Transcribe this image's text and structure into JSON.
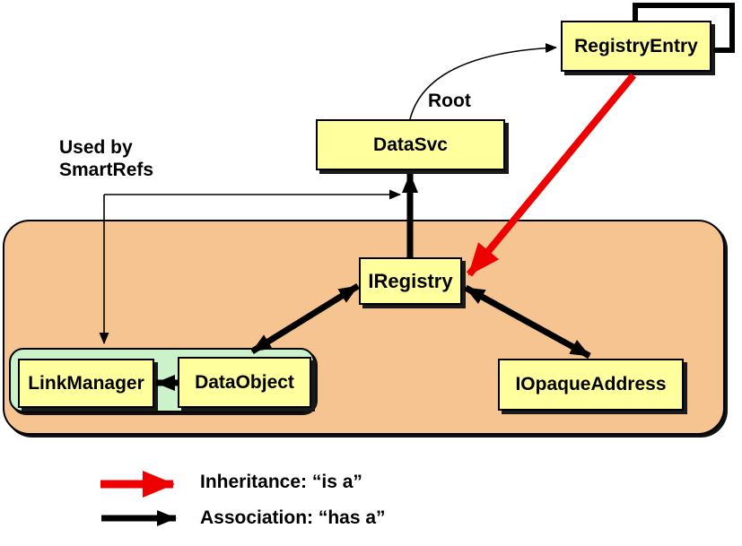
{
  "diagram": {
    "nodes": {
      "registry_entry": {
        "label": "RegistryEntry"
      },
      "data_svc": {
        "label": "DataSvc"
      },
      "iregistry": {
        "label": "IRegistry"
      },
      "link_manager": {
        "label": "LinkManager"
      },
      "data_object": {
        "label": "DataObject"
      },
      "iopaque_address": {
        "label": "IOpaqueAddress"
      }
    },
    "note": {
      "line1": "Used by",
      "line2": "SmartRefs"
    },
    "root_label": "Root",
    "legend": {
      "inheritance_label": "Inheritance: “is a”",
      "association_label": "Association: “has a”"
    },
    "edges": [
      {
        "from": "RegistryEntry",
        "to": "RegistryEntry",
        "type": "association",
        "shape": "self-loop"
      },
      {
        "from": "DataSvc",
        "to": "RegistryEntry",
        "type": "reference",
        "label": "Root"
      },
      {
        "from": "RegistryEntry",
        "to": "IRegistry",
        "type": "inheritance"
      },
      {
        "from": "IRegistry",
        "to": "DataSvc",
        "type": "association"
      },
      {
        "from": "IRegistry",
        "to": "DataObject",
        "type": "association",
        "bidirectional": true
      },
      {
        "from": "IRegistry",
        "to": "IOpaqueAddress",
        "type": "association",
        "bidirectional": true
      },
      {
        "from": "DataObject",
        "to": "LinkManager",
        "type": "association"
      },
      {
        "from": "SmartRefs note",
        "to": "LinkManager group",
        "type": "uses"
      },
      {
        "from": "SmartRefs note",
        "to": "IRegistry-DataSvc association",
        "type": "uses"
      }
    ],
    "colors": {
      "node_fill": "#FFFF9E",
      "node_border": "#000000",
      "region_fill": "#F6C491",
      "group_fill": "#CCF2CC",
      "inheritance_color": "#EE0000",
      "association_color": "#000000"
    }
  }
}
